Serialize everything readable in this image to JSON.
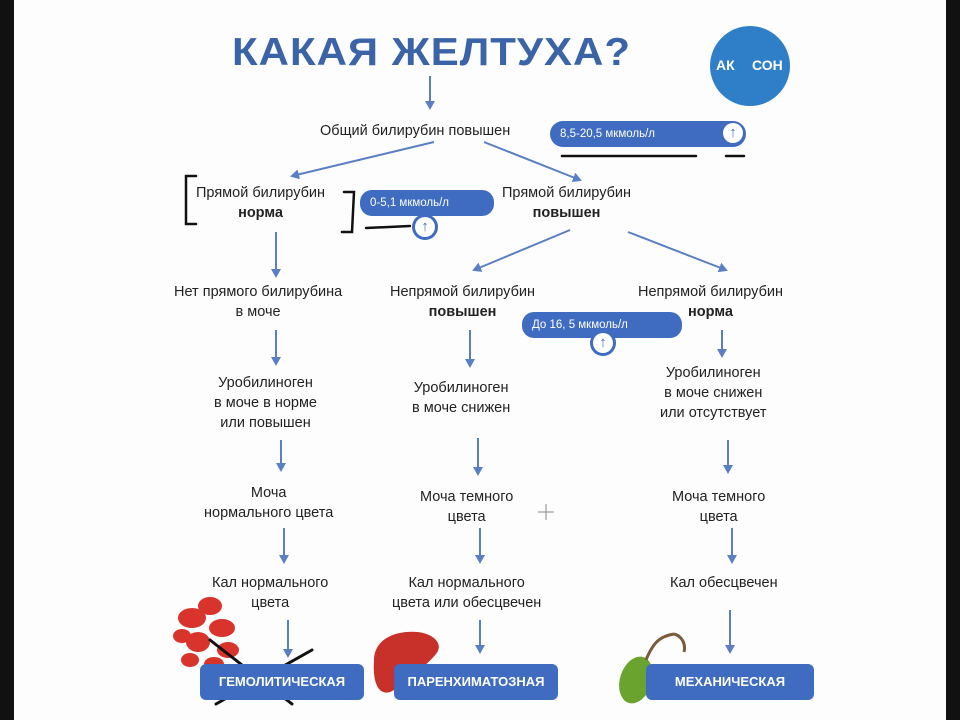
{
  "title": "КАКАЯ ЖЕЛТУХА?",
  "logo": {
    "left_text": "АК",
    "right_text": "СОН"
  },
  "nodes": {
    "total": "Общий билирубин повышен",
    "direct_normal": {
      "line1": "Прямой билирубин",
      "line2": "норма"
    },
    "direct_high": {
      "line1": "Прямой билирубин",
      "line2": "повышен"
    },
    "no_direct_urine": {
      "line1": "Нет прямого билирубина",
      "line2": "в моче"
    },
    "indirect_high": {
      "line1": "Непрямой билирубин",
      "line2": "повышен"
    },
    "indirect_normal": {
      "line1": "Непрямой билирубин",
      "line2": "норма"
    },
    "urobil_1": {
      "line1": "Уробилиноген",
      "line2": "в моче в норме",
      "line3": "или повышен"
    },
    "urobil_2": {
      "line1": "Уробилиноген",
      "line2": "в моче снижен"
    },
    "urobil_3": {
      "line1": "Уробилиноген",
      "line2": "в моче снижен",
      "line3": "или отсутствует"
    },
    "urine_1": {
      "line1": "Моча",
      "line2": "нормального цвета"
    },
    "urine_2": {
      "line1": "Моча темного",
      "line2": "цвета"
    },
    "urine_3": {
      "line1": "Моча темного",
      "line2": "цвета"
    },
    "stool_1": {
      "line1": "Кал нормального",
      "line2": "цвета"
    },
    "stool_2": {
      "line1": "Кал нормального",
      "line2": "цвета или обесцвечен"
    },
    "stool_3": {
      "line1": "Кал обесцвечен"
    }
  },
  "pills": {
    "total_range": "8,5-20,5 мкмоль/л",
    "direct_range": "0-5,1 мкмоль/л",
    "indirect_range": "До 16, 5 мкмоль/л",
    "up_arrow": "↑"
  },
  "types": {
    "hemolytic": "ГЕМОЛИТИЧЕСКАЯ",
    "parenchymal": "ПАРЕНХИМАТОЗНАЯ",
    "mechanical": "МЕХАНИЧЕСКАЯ"
  },
  "colors": {
    "accent": "#3f6cc0",
    "title": "#3b63a8",
    "arrow": "#5b7fc4",
    "annotation": "#111111"
  }
}
